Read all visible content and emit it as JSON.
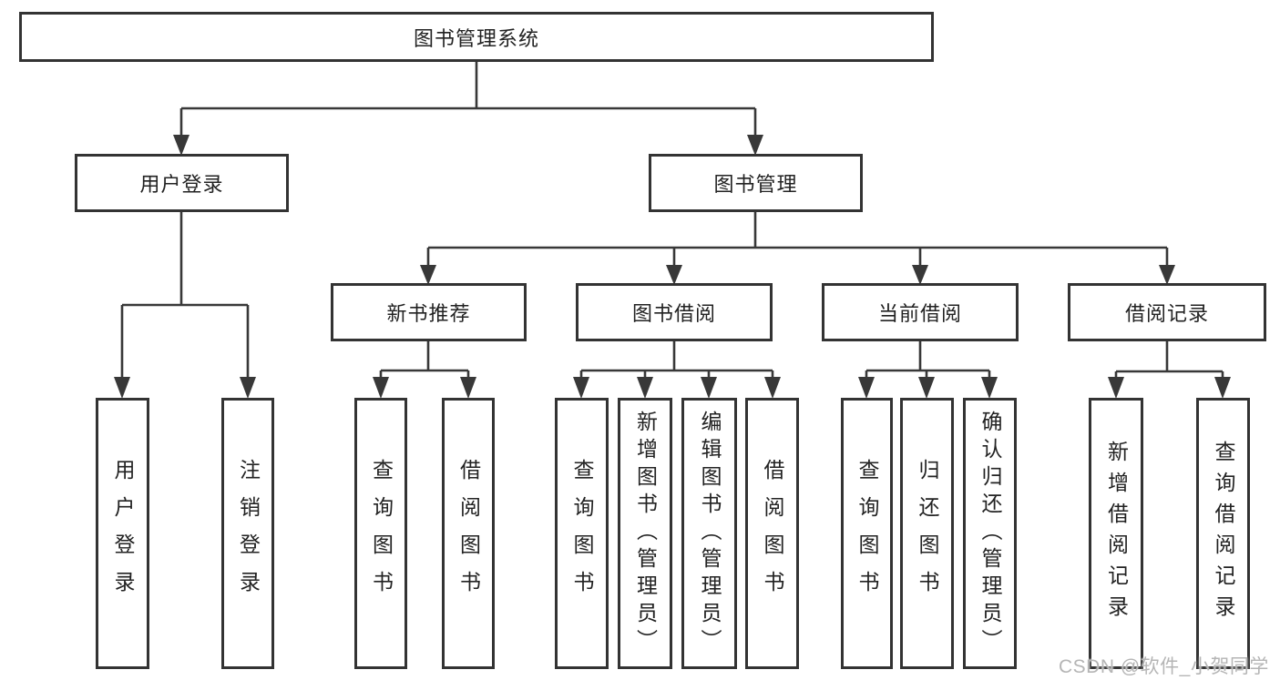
{
  "tree": {
    "label": "图书管理系统",
    "children": [
      {
        "label": "用户登录",
        "children": [
          {
            "label": "用户登录"
          },
          {
            "label": "注销登录"
          }
        ]
      },
      {
        "label": "图书管理",
        "children": [
          {
            "label": "新书推荐",
            "children": [
              {
                "label": "查询图书"
              },
              {
                "label": "借阅图书"
              }
            ]
          },
          {
            "label": "图书借阅",
            "children": [
              {
                "label": "查询图书"
              },
              {
                "label": "新增图书（管理员）"
              },
              {
                "label": "编辑图书（管理员）"
              },
              {
                "label": "借阅图书"
              }
            ]
          },
          {
            "label": "当前借阅",
            "children": [
              {
                "label": "查询图书"
              },
              {
                "label": "归还图书"
              },
              {
                "label": "确认归还（管理员）"
              }
            ]
          },
          {
            "label": "借阅记录",
            "children": [
              {
                "label": "新增借阅记录"
              },
              {
                "label": "查询借阅记录"
              }
            ]
          }
        ]
      }
    ]
  },
  "watermark": {
    "text": "CSDN @软件_小贺同学"
  },
  "colors": {
    "background": "#ffffff",
    "box_fill": "#ffffff",
    "box_border": "#333333",
    "connector_line": "#383838",
    "text": "#222222",
    "watermark_text": "#b5b5b5"
  }
}
